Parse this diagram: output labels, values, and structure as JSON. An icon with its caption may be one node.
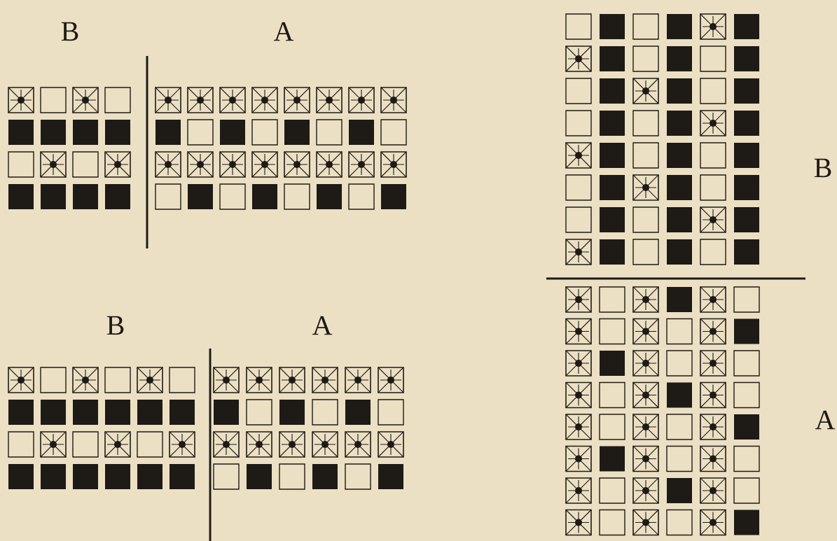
{
  "diagram": {
    "labels": [
      "B",
      "A",
      "B",
      "A",
      "B",
      "A"
    ]
  }
}
